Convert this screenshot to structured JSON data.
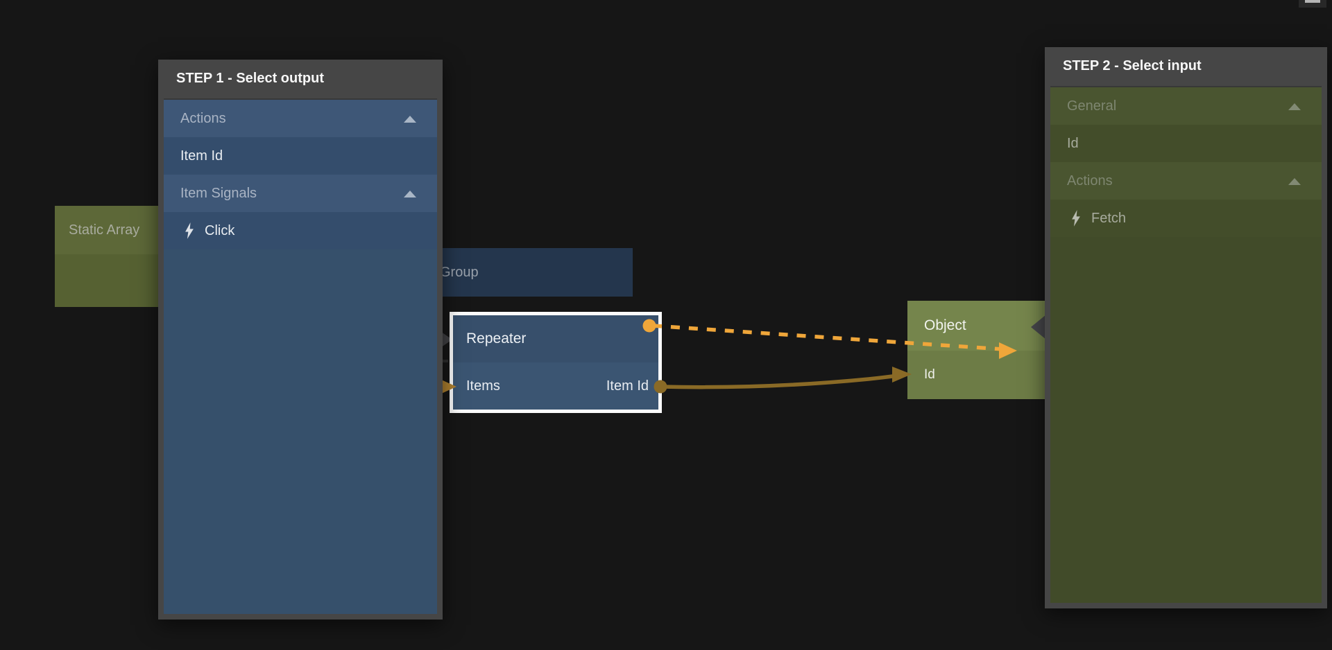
{
  "panels": {
    "step1": {
      "title": "STEP 1 - Select output",
      "rows": [
        {
          "type": "category",
          "label": "Actions",
          "icon": "caret-up-icon"
        },
        {
          "type": "item",
          "label": "Item Id"
        },
        {
          "type": "category",
          "label": "Item Signals",
          "icon": "caret-up-icon"
        },
        {
          "type": "item",
          "label": "Click",
          "icon": "lightning-icon"
        }
      ]
    },
    "step2": {
      "title": "STEP 2 - Select input",
      "rows": [
        {
          "type": "category",
          "label": "General",
          "icon": "caret-up-icon"
        },
        {
          "type": "item",
          "label": "Id"
        },
        {
          "type": "category",
          "label": "Actions",
          "icon": "caret-up-icon"
        },
        {
          "type": "item",
          "label": "Fetch",
          "icon": "lightning-icon"
        }
      ]
    }
  },
  "nodes": {
    "static_array": {
      "title": "Static Array",
      "state": "dimmed"
    },
    "group": {
      "title": "Group",
      "state": "dimmed"
    },
    "repeater": {
      "title": "Repeater",
      "state": "selected",
      "input_port": "Items",
      "output_port": "Item Id"
    },
    "object": {
      "title": "Object",
      "input_port": "Id"
    }
  },
  "connections": [
    {
      "from": "Repeater",
      "to": "Object",
      "style": "dashed",
      "color": "#efa63a"
    },
    {
      "from": "Repeater.Item Id",
      "to": "Object.Id",
      "style": "solid",
      "color": "#8a6a26"
    },
    {
      "from": "hidden (Static Array)",
      "to": "Repeater.Items",
      "style": "arrowhead-only",
      "color": "#b0812f"
    }
  ],
  "colors": {
    "canvas_background": "#161616",
    "panel_chrome": "#464646",
    "step1_body": "#36506b",
    "step2_body": "#414b29",
    "accent_orange": "#efa63a",
    "wire_gold": "#8a6a26",
    "selected_border": "#fbfbfb"
  }
}
